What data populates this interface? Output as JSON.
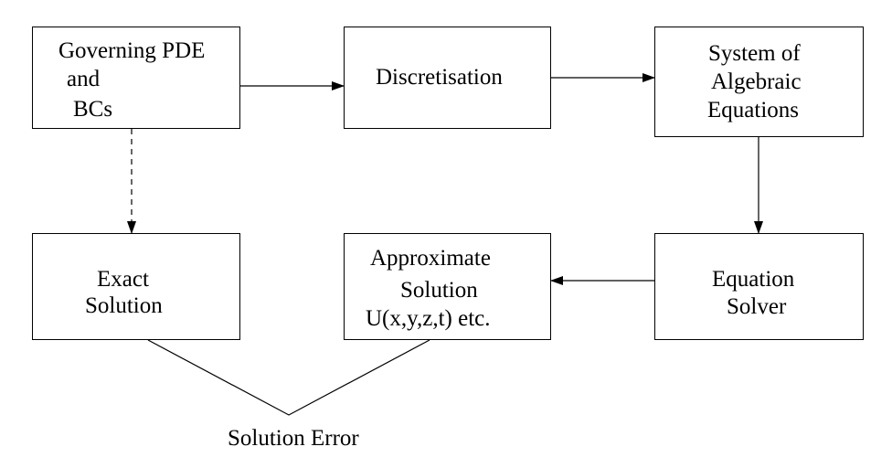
{
  "diagram": {
    "boxes": {
      "governing": {
        "line1": "Governing PDE",
        "line2": "and",
        "line3": "BCs"
      },
      "discretisation": {
        "line1": "Discretisation"
      },
      "algebraic": {
        "line1": "System of",
        "line2": "Algebraic",
        "line3": "Equations"
      },
      "exact": {
        "line1": "Exact",
        "line2": "Solution"
      },
      "approximate": {
        "line1": "Approximate",
        "line2": "Solution",
        "line3": "U(x,y,z,t) etc."
      },
      "solver": {
        "line1": "Equation",
        "line2": "Solver"
      }
    },
    "error_label": "Solution Error"
  }
}
